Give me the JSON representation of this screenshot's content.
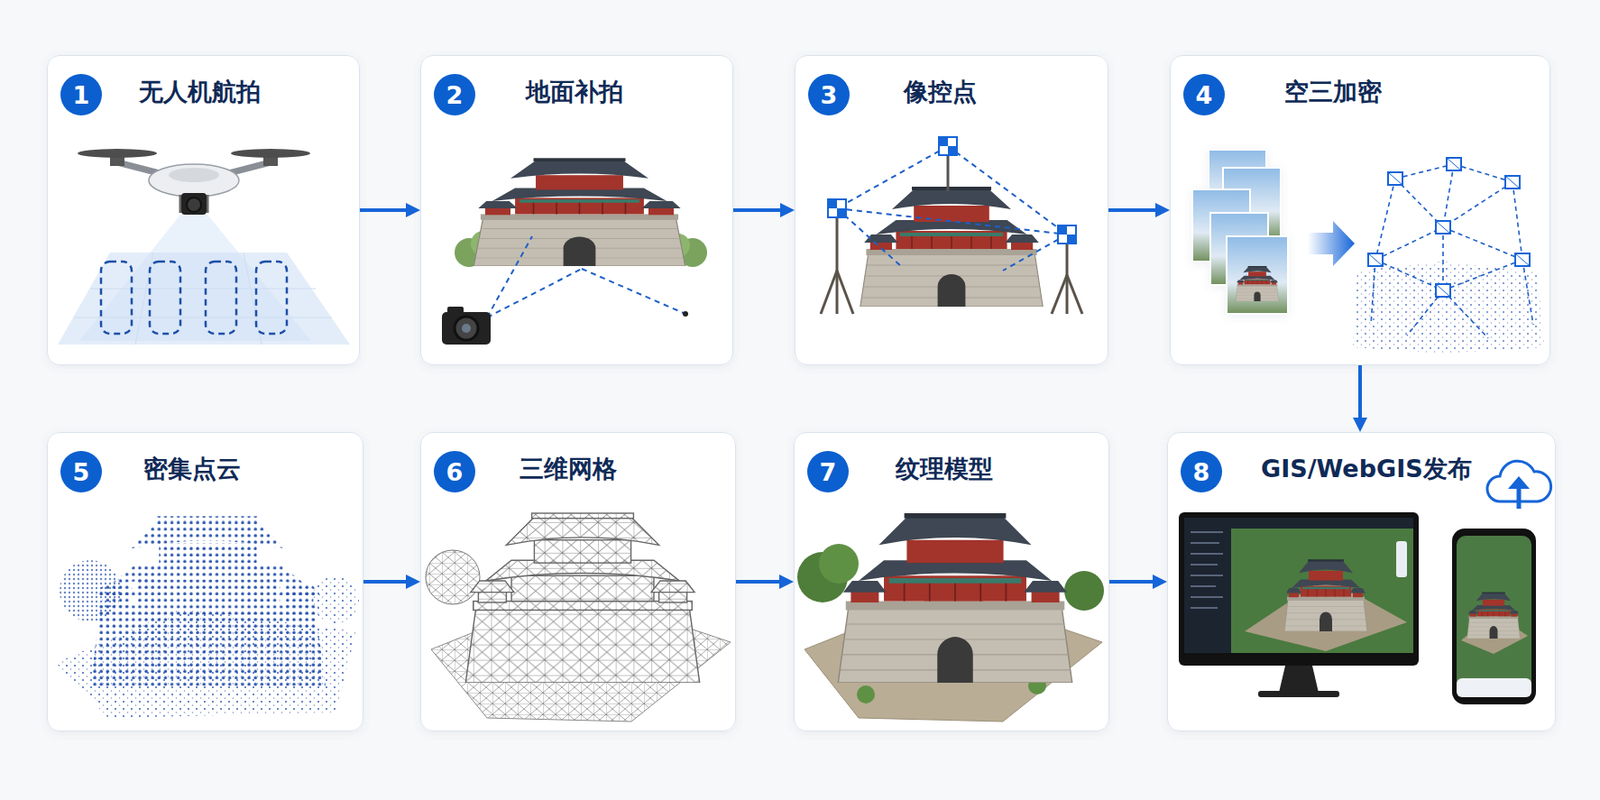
{
  "diagram": {
    "nodes": [
      {
        "text": [
          "无人机航拍"
        ]
      },
      {
        "text": [
          "1"
        ],
        "in": 0
      },
      {
        "text": [
          "地面补拍"
        ]
      },
      {
        "text": [
          "2"
        ],
        "in": 2
      },
      {
        "text": [
          "像控点"
        ]
      },
      {
        "text": [
          "3"
        ],
        "in": 4
      },
      {
        "text": [
          "空三加密"
        ]
      },
      {
        "text": [
          "4"
        ],
        "in": 6
      },
      {
        "text": [
          "密集点云"
        ]
      },
      {
        "text": [
          "5"
        ],
        "in": 8
      },
      {
        "text": [
          "三维网格"
        ]
      },
      {
        "text": [
          "6"
        ],
        "in": 10
      },
      {
        "text": [
          "纹理模型"
        ]
      },
      {
        "text": [
          "7"
        ],
        "in": 12
      },
      {
        "text": [
          "GIS/WebGIS发布"
        ]
      },
      {
        "text": [
          "8"
        ],
        "in": 14
      }
    ],
    "edges": [
      {
        "from": 0,
        "to": 2,
        "arrow": "to"
      },
      {
        "from": 2,
        "to": 4,
        "arrow": "to"
      },
      {
        "from": 4,
        "to": 6,
        "arrow": "to"
      },
      {
        "from": 6,
        "to": 14,
        "arrow": "to"
      },
      {
        "from": 8,
        "to": 10,
        "arrow": "to"
      },
      {
        "from": 10,
        "to": 12,
        "arrow": "to"
      },
      {
        "from": 12,
        "to": 14,
        "arrow": "to"
      }
    ]
  }
}
